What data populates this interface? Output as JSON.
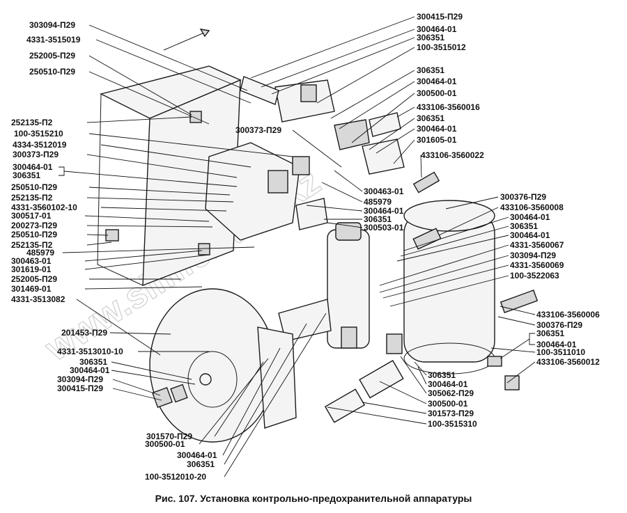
{
  "caption": "Рис. 107. Установка контрольно-предохранительной аппаратуры",
  "watermark": "www.simfer-too.kz",
  "labels": [
    {
      "text": "303094-П29",
      "side": "left"
    },
    {
      "text": "4331-3515019",
      "side": "left"
    },
    {
      "text": "252005-П29",
      "side": "left"
    },
    {
      "text": "250510-П29",
      "side": "left"
    },
    {
      "text": "252135-П2",
      "side": "left"
    },
    {
      "text": "100-3515210",
      "side": "left"
    },
    {
      "text": "4334-3512019",
      "side": "left"
    },
    {
      "text": "300373-П29",
      "side": "left"
    },
    {
      "text": "300464-01",
      "side": "left"
    },
    {
      "text": "306351",
      "side": "left"
    },
    {
      "text": "250510-П29",
      "side": "left"
    },
    {
      "text": "252135-П2",
      "side": "left"
    },
    {
      "text": "4331-3560102-10",
      "side": "left"
    },
    {
      "text": "300517-01",
      "side": "left"
    },
    {
      "text": "200273-П29",
      "side": "left"
    },
    {
      "text": "250510-П29",
      "side": "left"
    },
    {
      "text": "252135-П2",
      "side": "left"
    },
    {
      "text": "485979",
      "side": "left"
    },
    {
      "text": "300463-01",
      "side": "left"
    },
    {
      "text": "301619-01",
      "side": "left"
    },
    {
      "text": "252005-П29",
      "side": "left"
    },
    {
      "text": "301469-01",
      "side": "left"
    },
    {
      "text": "4331-3513082",
      "side": "left"
    },
    {
      "text": "201453-П29",
      "side": "left"
    },
    {
      "text": "4331-3513010-10",
      "side": "left"
    },
    {
      "text": "306351",
      "side": "left"
    },
    {
      "text": "300464-01",
      "side": "left"
    },
    {
      "text": "303094-П29",
      "side": "left"
    },
    {
      "text": "300415-П29",
      "side": "left"
    },
    {
      "text": "301570-П29",
      "side": "bottom"
    },
    {
      "text": "300500-01",
      "side": "bottom"
    },
    {
      "text": "300464-01",
      "side": "bottom"
    },
    {
      "text": "306351",
      "side": "bottom"
    },
    {
      "text": "100-3512010-20",
      "side": "bottom"
    },
    {
      "text": "300415-П29",
      "side": "top"
    },
    {
      "text": "300464-01",
      "side": "top"
    },
    {
      "text": "306351",
      "side": "top"
    },
    {
      "text": "100-3515012",
      "side": "top"
    },
    {
      "text": "306351",
      "side": "top"
    },
    {
      "text": "300464-01",
      "side": "top"
    },
    {
      "text": "300500-01",
      "side": "top"
    },
    {
      "text": "433106-3560016",
      "side": "top"
    },
    {
      "text": "306351",
      "side": "top"
    },
    {
      "text": "300464-01",
      "side": "top"
    },
    {
      "text": "301605-01",
      "side": "top"
    },
    {
      "text": "433106-3560022",
      "side": "right"
    },
    {
      "text": "300373-П29",
      "side": "center"
    },
    {
      "text": "300463-01",
      "side": "center"
    },
    {
      "text": "485979",
      "side": "center"
    },
    {
      "text": "300464-01",
      "side": "center"
    },
    {
      "text": "306351",
      "side": "center"
    },
    {
      "text": "300503-01",
      "side": "center"
    },
    {
      "text": "300376-П29",
      "side": "right"
    },
    {
      "text": "433106-3560008",
      "side": "right"
    },
    {
      "text": "300464-01",
      "side": "right"
    },
    {
      "text": "306351",
      "side": "right"
    },
    {
      "text": "300464-01",
      "side": "right"
    },
    {
      "text": "4331-3560067",
      "side": "right"
    },
    {
      "text": "303094-П29",
      "side": "right"
    },
    {
      "text": "4331-3560069",
      "side": "right"
    },
    {
      "text": "100-3522063",
      "side": "right"
    },
    {
      "text": "433106-3560006",
      "side": "right"
    },
    {
      "text": "300376-П29",
      "side": "right"
    },
    {
      "text": "306351",
      "side": "right"
    },
    {
      "text": "300464-01",
      "side": "right"
    },
    {
      "text": "100-3511010",
      "side": "right"
    },
    {
      "text": "433106-3560012",
      "side": "right"
    },
    {
      "text": "306351",
      "side": "bottom-right"
    },
    {
      "text": "300464-01",
      "side": "bottom-right"
    },
    {
      "text": "305062-П29",
      "side": "bottom-right"
    },
    {
      "text": "300500-01",
      "side": "bottom-right"
    },
    {
      "text": "301573-П29",
      "side": "bottom-right"
    },
    {
      "text": "100-3515310",
      "side": "bottom-right"
    }
  ]
}
